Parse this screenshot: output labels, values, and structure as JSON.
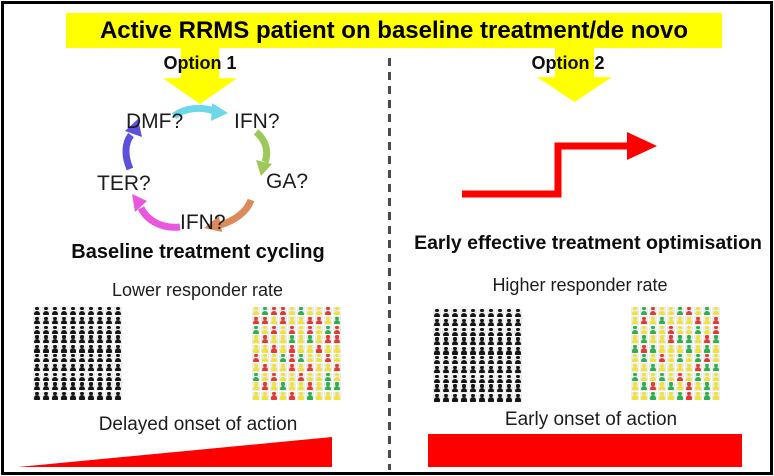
{
  "banner": {
    "title": "Active RRMS patient on baseline treatment/de novo"
  },
  "option1": {
    "label": "Option 1",
    "cycle": {
      "labels": {
        "dmf": "DMF?",
        "ifn_top": "IFN?",
        "ga": "GA?",
        "ifn_bottom": "IFN?",
        "ter": "TER?"
      }
    },
    "subtitle": "Baseline treatment cycling",
    "responder": "Lower responder rate",
    "onset": "Delayed onset of action"
  },
  "option2": {
    "label": "Option 2",
    "subtitle": "Early effective treatment optimisation",
    "responder": "Higher responder rate",
    "onset": "Early onset of action"
  },
  "grids": {
    "option1_nonresponders": [
      "BBBBBBBBBB",
      "BBBBBBBBBB",
      "BBBBBBBBBB",
      "BBBBBBBBBB",
      "BBBBBBBBBB",
      "BBBBBBBBBB",
      "BBBBBBBBBB",
      "BBBBBBBBBB",
      "BBBBBBBBBB",
      "BBBBBBBBBB"
    ],
    "option1_responders": [
      "YGRRYGYYRY",
      "RRYRYYRRYG",
      "GYRYRYRYGR",
      "YRYYGYGYRR",
      "YYRYRYYRYY",
      "RYYGRGYYRY",
      "YRYYRYRYYR",
      "GYRYYRYYGY",
      "YRYGYYRYGG",
      "YYRYRYGYYY"
    ],
    "option2_nonresponders": [
      "BBBBBBBBBB",
      "BBBBBBBBBB",
      "BBBBBBBBBB",
      "BBBBBBBBBB",
      "BBBBBBBBBB",
      "BBBBBBBBBB",
      "BBBBBBBBBB",
      "BBBBBBBBBB",
      "BBBBBBBBBB",
      "BBBBBBBBBB"
    ],
    "option2_responders": [
      "YGRYYGRYGY",
      "YRYGYYYRYR",
      "GYGYRYYGYR",
      "YGYYRGGYRG",
      "GRGYYYGYGY",
      "YGYRYGYGRY",
      "YYGYYYYRGG",
      "GYYGYRYGYY",
      "YGRYGYRYGY",
      "YYGYYGRYGY"
    ]
  },
  "colors": {
    "banner_bg": "#FFFF00",
    "arrow_yellow": "#FFFF00",
    "red": "#FF0000",
    "divider": "#4A4A4A",
    "cycle_cyan": "#6FD8E8",
    "cycle_green": "#9CC959",
    "cycle_orange": "#DD8A5B",
    "cycle_magenta": "#EA57DF",
    "cycle_blue": "#5C50DC",
    "icon_black": "#151515",
    "icon_yellow": "#EFE23B",
    "icon_red": "#E03A34",
    "icon_green": "#2EAE4E"
  }
}
